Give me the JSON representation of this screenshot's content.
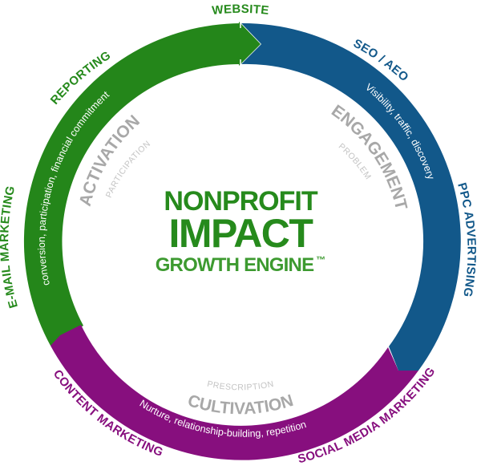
{
  "center": {
    "line1": "NONPROFIT",
    "line2": "IMPACT",
    "line3": "GROWTH ENGINE",
    "trademark": "™"
  },
  "colors": {
    "activation_green": "#24861a",
    "engagement_blue": "#12588a",
    "cultivation_purple": "#870f7e",
    "stage_gray": "#a8a8a8",
    "title_green": "#268a1c"
  },
  "stages": [
    {
      "id": "activation",
      "title": "ACTIVATION",
      "subtitle": "PARTICIPATION",
      "band_text": "conversion, participation, financial commitment",
      "color": "#24861a"
    },
    {
      "id": "engagement",
      "title": "ENGAGEMENT",
      "subtitle": "PROBLEM",
      "band_text": "Visibility, traffic, discovery",
      "color": "#12588a"
    },
    {
      "id": "cultivation",
      "title": "CULTIVATION",
      "subtitle": "PRESCRIPTION",
      "band_text": "Nurture, relationship-building, repetition",
      "color": "#870f7e"
    }
  ],
  "channels": [
    {
      "label": "WEBSITE",
      "color": "#268a1c"
    },
    {
      "label": "SEO / AEO",
      "color": "#12588a"
    },
    {
      "label": "PPC ADVERTISING",
      "color": "#12588a"
    },
    {
      "label": "SOCIAL MEDIA MARKETING",
      "color": "#870f7e"
    },
    {
      "label": "CONTENT MARKETING",
      "color": "#870f7e"
    },
    {
      "label": "E-MAIL MARKETING",
      "color": "#268a1c"
    },
    {
      "label": "REPORTING",
      "color": "#268a1c"
    }
  ]
}
